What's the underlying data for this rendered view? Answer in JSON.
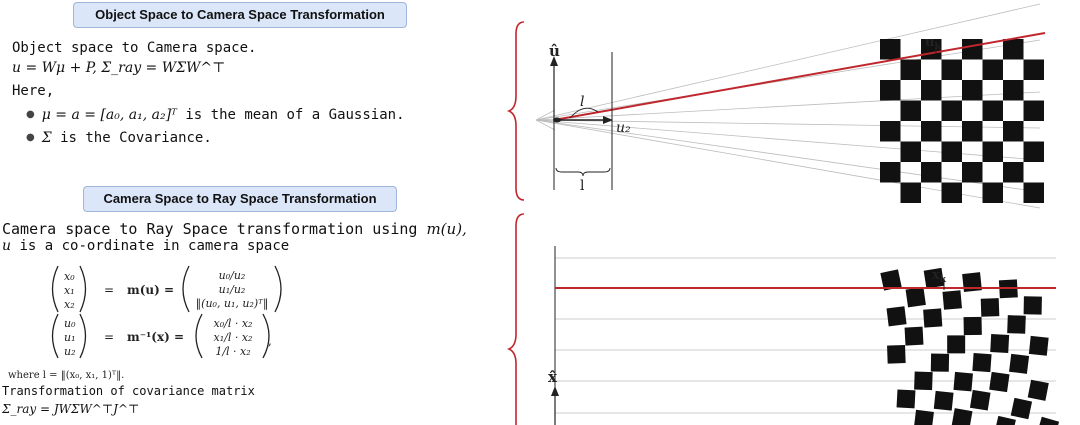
{
  "section1": {
    "heading": "Object Space to Camera Space Transformation",
    "line1": "Object space to Camera space.",
    "equation": "u = Wμ + P,   Σ_ray = WΣW^⊤",
    "here": "Here,",
    "bullets": [
      {
        "math": "μ = a = [a₀, a₁, a₂]ᵀ",
        "text": " is the mean of a Gaussian."
      },
      {
        "math": "Σ",
        "text": " is the Covariance."
      }
    ]
  },
  "section2": {
    "heading": "Camera Space to Ray Space Transformation",
    "line1_text": "Camera space to Ray Space transformation using ",
    "line1_math": "m(u),",
    "line2_math": "u",
    "line2_text": " is a co-ordinate in camera space",
    "matrix1": {
      "lhs": [
        "x₀",
        "x₁",
        "x₂"
      ],
      "eq": "=",
      "fn": "m(u) =",
      "rhs": [
        "u₀/u₂",
        "u₁/u₂",
        "‖(u₀, u₁, u₂)ᵀ‖"
      ]
    },
    "matrix2": {
      "lhs": [
        "u₀",
        "u₁",
        "u₂"
      ],
      "eq": "=",
      "fn": "m⁻¹(x) =",
      "rhs": [
        "x₀/l · x₂",
        "x₁/l · x₂",
        "1/l · x₂"
      ],
      "trail": ","
    },
    "where": "where l = ‖(x₀, x₁, 1)ᵀ‖.",
    "cov_text": "Transformation of covariance matrix",
    "cov_eq": "Σ_ray = JWΣW^⊤J^⊤"
  },
  "diagram_top": {
    "label_u_hat": "û",
    "label_l_top": "l",
    "label_u2": "u₂",
    "label_l_bottom": "l",
    "label_uk": "u",
    "label_uk_sub": "k"
  },
  "diagram_bottom": {
    "label_x_hat": "x̂",
    "label_xk": "x",
    "label_xk_sub": "k"
  },
  "colors": {
    "accent_red": "#c0272d",
    "heading_bg": "#dbe6f8"
  }
}
